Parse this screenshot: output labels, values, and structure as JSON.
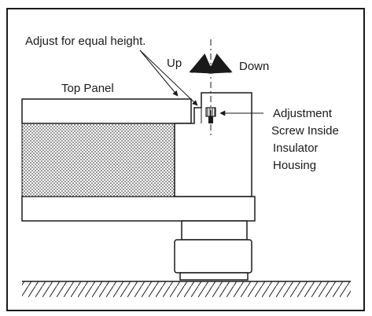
{
  "labels": {
    "adjust_note": "Adjust for equal height.",
    "up": "Up",
    "down": "Down",
    "top_panel": "Top Panel",
    "screw_line1": "Adjustment",
    "screw_line2": "Screw Inside",
    "screw_line3": "Insulator",
    "screw_line4": "Housing"
  },
  "colors": {
    "ink": "#1a1a1a",
    "paper": "#ffffff"
  }
}
